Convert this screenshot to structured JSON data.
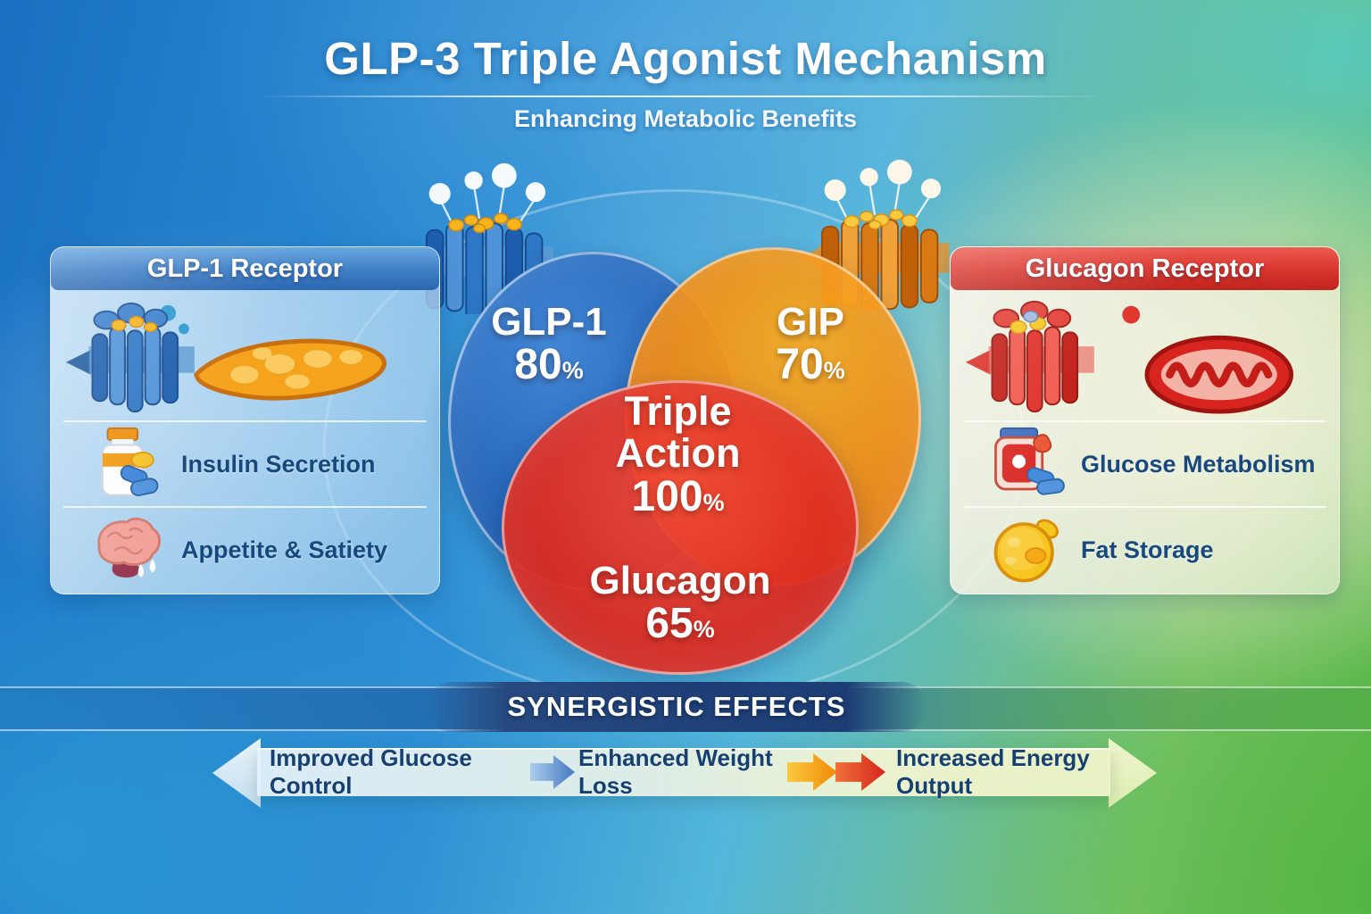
{
  "header": {
    "title": "GLP-3 Triple Agonist Mechanism",
    "subtitle": "Enhancing Metabolic Benefits"
  },
  "left_panel": {
    "header": "GLP-1 Receptor",
    "art": [
      "glp1-receptor-icon",
      "pancreas-icon"
    ],
    "items": [
      {
        "icon": "insulin-vial-icon",
        "label": "Insulin Secretion"
      },
      {
        "icon": "brain-icon",
        "label": "Appetite & Satiety"
      }
    ]
  },
  "right_panel": {
    "header": "Glucagon Receptor",
    "art": [
      "glucagon-receptor-icon",
      "mitochondria-icon"
    ],
    "items": [
      {
        "icon": "glucose-jar-icon",
        "label": "Glucose Metabolism"
      },
      {
        "icon": "fat-cell-icon",
        "label": "Fat Storage"
      }
    ]
  },
  "venn": {
    "glp1": {
      "name": "GLP-1",
      "value": "80",
      "unit": "%"
    },
    "gip": {
      "name": "GIP",
      "value": "70",
      "unit": "%"
    },
    "glucagon": {
      "name": "Glucagon",
      "value": "65",
      "unit": "%"
    },
    "center": {
      "line1": "Triple",
      "line2": "Action",
      "value": "100",
      "unit": "%"
    }
  },
  "synergy": {
    "title": "SYNERGISTIC EFFECTS",
    "effects": [
      {
        "label": "Improved Glucose Control"
      },
      {
        "label": "Enhanced Weight Loss"
      },
      {
        "label": "Increased Energy Output"
      }
    ]
  },
  "colors": {
    "glp1_blue": "#2160b4",
    "gip_orange": "#f0820f",
    "glucagon_red": "#dd2a1f",
    "label_navy": "#17497e",
    "band_navy": "#1c3d74"
  }
}
